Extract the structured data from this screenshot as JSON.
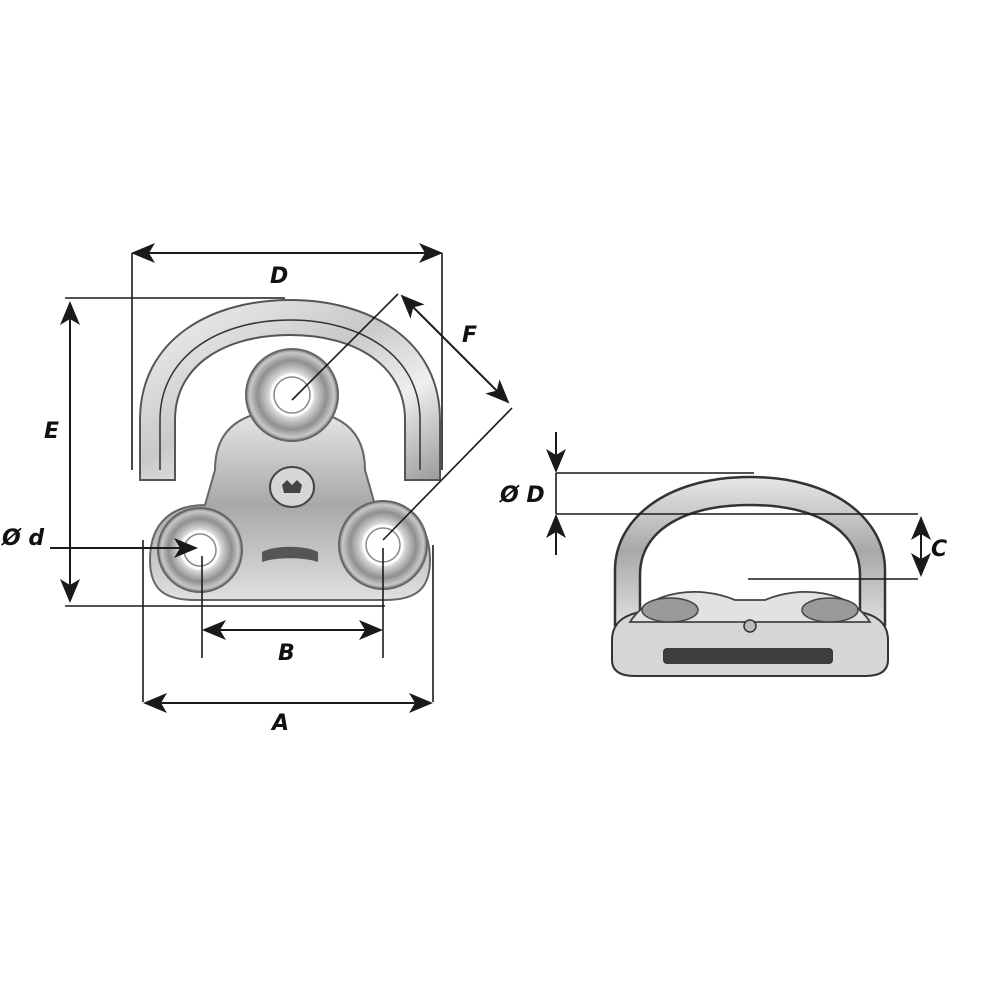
{
  "diagram": {
    "title": "Folding pad eye dimension drawing",
    "views": {
      "top_view": {
        "dimension_labels": {
          "D": "D",
          "E": "E",
          "F": "F",
          "d": "Ø d",
          "B": "B",
          "A": "A"
        }
      },
      "side_view": {
        "dimension_labels": {
          "diameter_D": "Ø D",
          "C": "C"
        }
      }
    },
    "colors": {
      "line": "#1a1a1a",
      "metal_light": "#eeeeee",
      "metal_mid": "#b8b8b8",
      "metal_dark": "#5a5a5a",
      "background": "#ffffff"
    }
  }
}
